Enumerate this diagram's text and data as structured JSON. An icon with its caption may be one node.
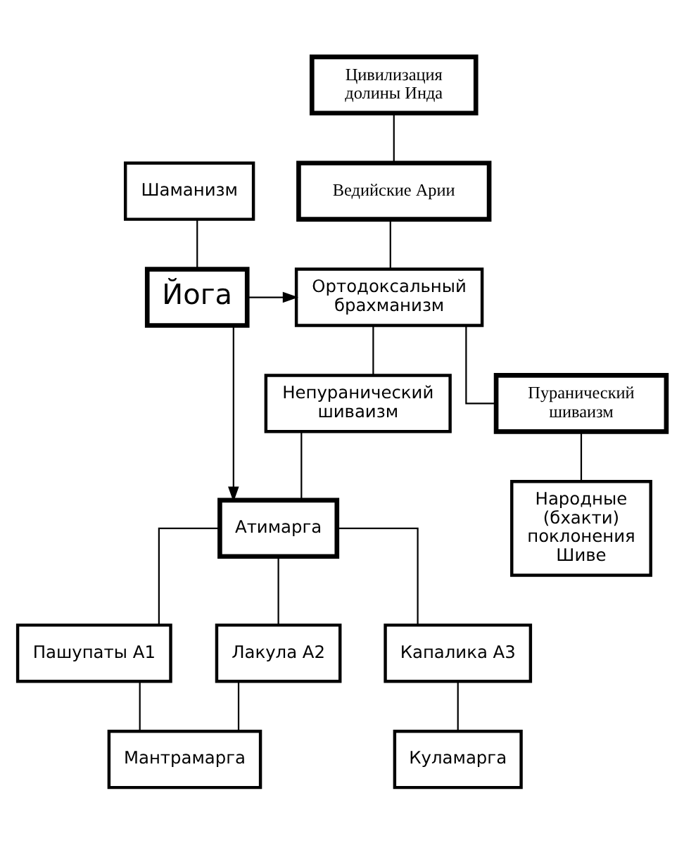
{
  "diagram": {
    "nodes": [
      {
        "text": [
          "Цивилизация долины Инда"
        ]
      },
      {
        "text": [
          "Ведийские Арии"
        ]
      },
      {
        "text": [
          "Шаманизм"
        ]
      },
      {
        "text": [
          "Ортодоксальный брахманизм"
        ]
      },
      {
        "text": [
          "Йога"
        ]
      },
      {
        "text": [
          "Пуранический шиваизм"
        ]
      },
      {
        "text": [
          "Непуранический шиваизм"
        ]
      },
      {
        "text": [
          "Народные (бхакти) поклонения Шиве"
        ]
      },
      {
        "text": [
          "Атимарга"
        ]
      },
      {
        "text": [
          "Пашупаты А1"
        ]
      },
      {
        "text": [
          "Лакула А2"
        ]
      },
      {
        "text": [
          "Капалика А3"
        ]
      },
      {
        "text": [
          "Мантрамарга"
        ]
      },
      {
        "text": [
          "Куламарга"
        ]
      }
    ],
    "edges": [
      {
        "from": 0,
        "to": 1,
        "arrow": "none"
      },
      {
        "from": 1,
        "to": 3,
        "arrow": "none"
      },
      {
        "from": 2,
        "to": 4,
        "arrow": "none"
      },
      {
        "from": 4,
        "to": 3,
        "arrow": "to"
      },
      {
        "from": 3,
        "to": 5,
        "arrow": "none"
      },
      {
        "from": 3,
        "to": 6,
        "arrow": "none"
      },
      {
        "from": 4,
        "to": 8,
        "arrow": "to"
      },
      {
        "from": 5,
        "to": 7,
        "arrow": "none"
      },
      {
        "from": 6,
        "to": 8,
        "arrow": "none"
      },
      {
        "from": 8,
        "to": 9,
        "arrow": "none"
      },
      {
        "from": 8,
        "to": 10,
        "arrow": "none"
      },
      {
        "from": 8,
        "to": 11,
        "arrow": "none"
      },
      {
        "from": 9,
        "to": 12,
        "arrow": "none"
      },
      {
        "from": 10,
        "to": 12,
        "arrow": "none"
      },
      {
        "from": 11,
        "to": 13,
        "arrow": "none"
      }
    ]
  }
}
